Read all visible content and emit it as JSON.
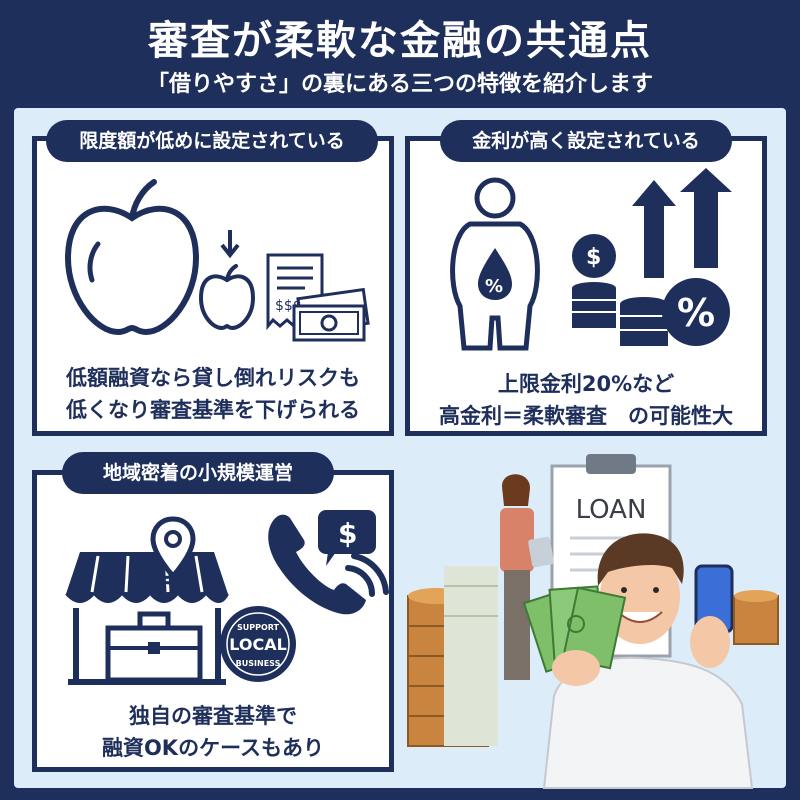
{
  "header": {
    "title": "審査が柔軟な金融の共通点",
    "subtitle": "「借りやすさ」の裏にある三つの特徴を紹介します"
  },
  "cards": [
    {
      "label": "限度額が低めに設定されている",
      "caption_line1": "低額融資なら貸し倒れリスクも",
      "caption_line2": "低くなり審査基準を下げられる",
      "icons": [
        "apple-icon",
        "small-apple-icon",
        "down-arrow-icon",
        "receipt-icon",
        "banknote-icon"
      ]
    },
    {
      "label": "金利が高く設定されている",
      "caption_line1": "上限金利20%など",
      "caption_line2": "高金利＝柔軟審査　の可能性大",
      "icons": [
        "person-percent-icon",
        "coin-stack-icon",
        "up-arrow-icon",
        "percent-badge-icon"
      ],
      "coin_symbol": "$",
      "percent_symbol": "%"
    },
    {
      "label": "地域密着の小規模運営",
      "caption_line1": "独自の審査基準で",
      "caption_line2": "融資OKのケースもあり",
      "icons": [
        "shop-icon",
        "location-pin-icon",
        "briefcase-icon",
        "phone-icon",
        "local-business-badge-icon"
      ],
      "badge_top": "SUPPORT",
      "badge_mid": "LOCAL",
      "badge_bottom": "BUSINESS",
      "bubble_symbol": "$"
    }
  ],
  "illustration": {
    "board_text": "LOAN"
  },
  "colors": {
    "navy": "#1f2f5c",
    "panel": "#dcecf8",
    "white": "#ffffff",
    "coin": "#c9853f"
  }
}
